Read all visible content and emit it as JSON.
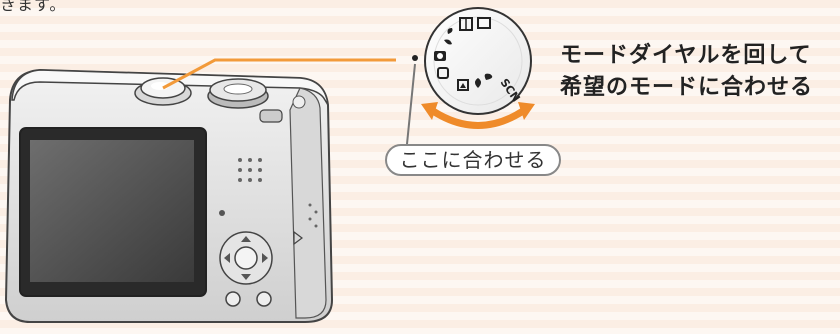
{
  "top_text": "きます。",
  "instruction": {
    "line1": "モードダイヤルを回して",
    "line2": "希望のモードに合わせる"
  },
  "callout": {
    "label": "ここに合わせる"
  },
  "dial": {
    "labels": {
      "scn": "SCN"
    }
  },
  "colors": {
    "accent_orange": "#f29a3a",
    "arrow_orange": "#ef8b2a",
    "background_stripe": "#fbeee4",
    "camera_body": "#d8d8d8"
  }
}
